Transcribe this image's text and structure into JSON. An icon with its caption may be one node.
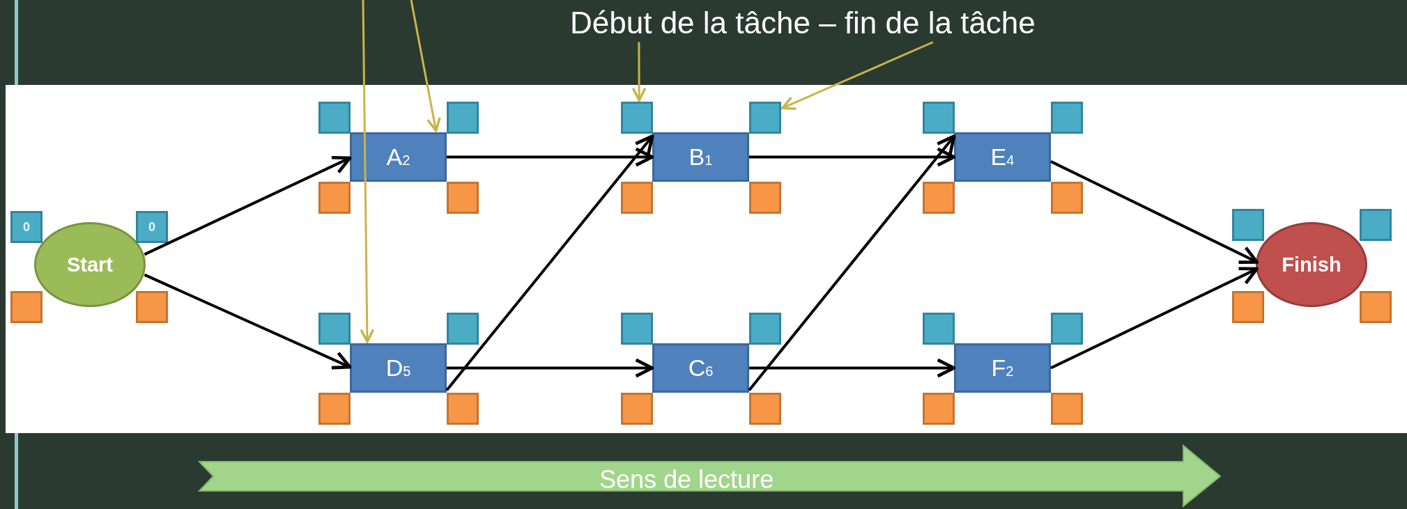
{
  "diagram": {
    "nodes": [
      {
        "text": [
          "Start"
        ]
      },
      {
        "text": [
          "0"
        ]
      },
      {
        "text": [
          "0"
        ]
      },
      {
        "text": [],
        "shape": "box"
      },
      {
        "text": [],
        "shape": "box"
      },
      {
        "text": [
          "A$_{2}$"
        ]
      },
      {
        "text": [],
        "shape": "box"
      },
      {
        "text": [],
        "shape": "box"
      },
      {
        "text": [],
        "shape": "box"
      },
      {
        "text": [],
        "shape": "box"
      },
      {
        "text": [
          "B$_{1}$"
        ]
      },
      {
        "text": [],
        "shape": "box"
      },
      {
        "text": [],
        "shape": "box"
      },
      {
        "text": [],
        "shape": "box"
      },
      {
        "text": [],
        "shape": "box"
      },
      {
        "text": [
          "E$_{4}$"
        ]
      },
      {
        "text": [],
        "shape": "box"
      },
      {
        "text": [],
        "shape": "box"
      },
      {
        "text": [],
        "shape": "box"
      },
      {
        "text": [],
        "shape": "box"
      },
      {
        "text": [
          "D$_{5}$"
        ]
      },
      {
        "text": [],
        "shape": "box"
      },
      {
        "text": [],
        "shape": "box"
      },
      {
        "text": [],
        "shape": "box"
      },
      {
        "text": [],
        "shape": "box"
      },
      {
        "text": [
          "C$_{6}$"
        ]
      },
      {
        "text": [],
        "shape": "box"
      },
      {
        "text": [],
        "shape": "box"
      },
      {
        "text": [],
        "shape": "box"
      },
      {
        "text": [],
        "shape": "box"
      },
      {
        "text": [
          "F$_{2}$"
        ]
      },
      {
        "text": [],
        "shape": "box"
      },
      {
        "text": [],
        "shape": "box"
      },
      {
        "text": [],
        "shape": "box"
      },
      {
        "text": [],
        "shape": "box"
      },
      {
        "text": [
          "Finish"
        ]
      },
      {
        "text": [],
        "shape": "box"
      },
      {
        "text": [],
        "shape": "box"
      },
      {
        "text": [],
        "shape": "box"
      },
      {
        "text": [],
        "shape": "box"
      },
      {
        "text": [
          "Début de la tâche – fin de la tâche"
        ]
      }
    ],
    "edges": [
      {
        "from": 0,
        "to": 5,
        "arrow": "to"
      },
      {
        "from": 0,
        "to": 20,
        "arrow": "to"
      },
      {
        "from": 5,
        "to": 10,
        "arrow": "to"
      },
      {
        "from": 20,
        "to": 10,
        "arrow": "to"
      },
      {
        "from": 20,
        "to": 25,
        "arrow": "to"
      },
      {
        "from": 10,
        "to": 15,
        "arrow": "to"
      },
      {
        "from": 25,
        "to": 15,
        "arrow": "to"
      },
      {
        "from": 25,
        "to": 30,
        "arrow": "to"
      },
      {
        "from": 15,
        "to": 35,
        "arrow": "to"
      },
      {
        "from": 30,
        "to": 35,
        "arrow": "to"
      },
      {
        "from": 40,
        "to": 11,
        "arrow": "to",
        "color": "#c8b44a"
      },
      {
        "from": 40,
        "to": 12,
        "arrow": "to",
        "color": "#c8b44a"
      },
      {
        "from": null,
        "to": 5,
        "arrow": "to",
        "color": "#c8b44a"
      },
      {
        "from": null,
        "to": 20,
        "arrow": "to",
        "color": "#c8b44a"
      }
    ],
    "labels": [
      "Sens de lecture"
    ]
  }
}
